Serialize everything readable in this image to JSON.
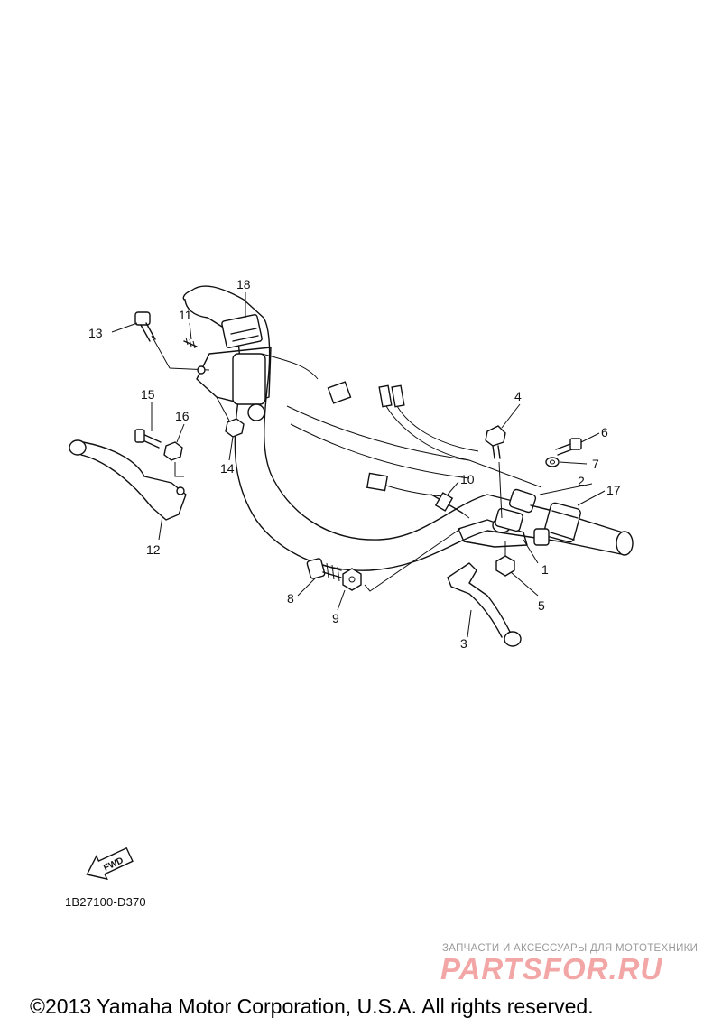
{
  "labels": [
    "1",
    "2",
    "3",
    "4",
    "5",
    "6",
    "7",
    "8",
    "9",
    "10",
    "11",
    "12",
    "13",
    "14",
    "15",
    "16",
    "17",
    "18"
  ],
  "fwd_label": "FWD",
  "diagram_code": "1B27100-D370",
  "watermark_tagline": "ЗАПЧАСТИ И АКСЕССУАРЫ ДЛЯ МОТОТЕХНИКИ",
  "watermark_brand": "PARTSFOR.RU",
  "copyright": "©2013 Yamaha Motor Corporation, U.S.A. All rights reserved."
}
